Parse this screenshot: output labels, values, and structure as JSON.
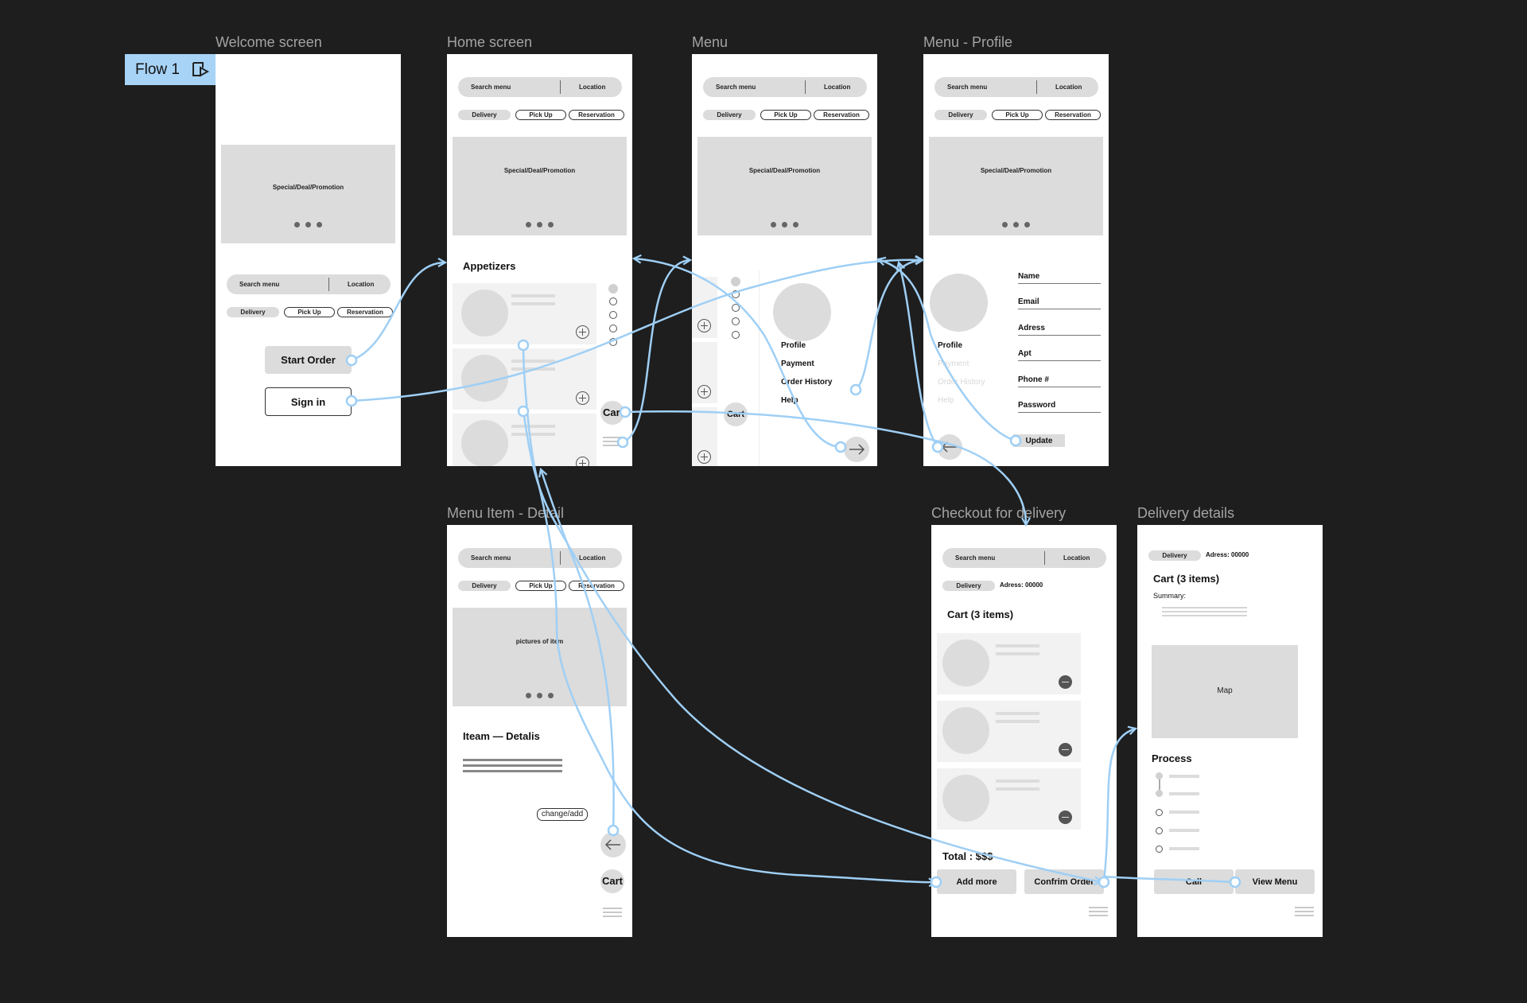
{
  "flow": {
    "label": "Flow 1"
  },
  "frames": {
    "welcome": "Welcome screen",
    "home": "Home screen",
    "menu": "Menu",
    "menu_profile": "Menu - Profile",
    "menu_item": "Menu Item - Detail",
    "checkout": "Checkout for delivery",
    "delivery": "Delivery details"
  },
  "common": {
    "search": "Search menu",
    "location": "Location",
    "delivery": "Delivery",
    "pickup": "Pick Up",
    "reservation": "Reservation",
    "promo": "Special/Deal/Promotion",
    "cart": "Cart"
  },
  "welcome": {
    "start": "Start Order",
    "signin": "Sign in"
  },
  "home": {
    "appetizers": "Appetizers",
    "cart_partial": "Car"
  },
  "menu": {
    "items": [
      "Profile",
      "Payment",
      "Order History",
      "Help"
    ],
    "cart_partial": "Cart"
  },
  "profile": {
    "label": "Profile",
    "faded": [
      "Payment",
      "Order History",
      "Help"
    ],
    "fields": [
      "Name",
      "Email",
      "Adress",
      "Apt",
      "Phone #",
      "Password"
    ],
    "update": "Update"
  },
  "item": {
    "pictures": "pictures of item",
    "title": "Iteam — Detalis",
    "change": "change/add",
    "cart": "Cart"
  },
  "checkout": {
    "address": "Adress: 00000",
    "cart": "Cart (3 items)",
    "total": "Total : $$$",
    "add_more": "Add more",
    "confirm": "Confrim Order"
  },
  "delivery_details": {
    "address": "Adress: 00000",
    "cart": "Cart (3 items)",
    "summary": "Summary:",
    "map": "Map",
    "process": "Process",
    "call": "Call",
    "view_menu": "View Menu"
  }
}
